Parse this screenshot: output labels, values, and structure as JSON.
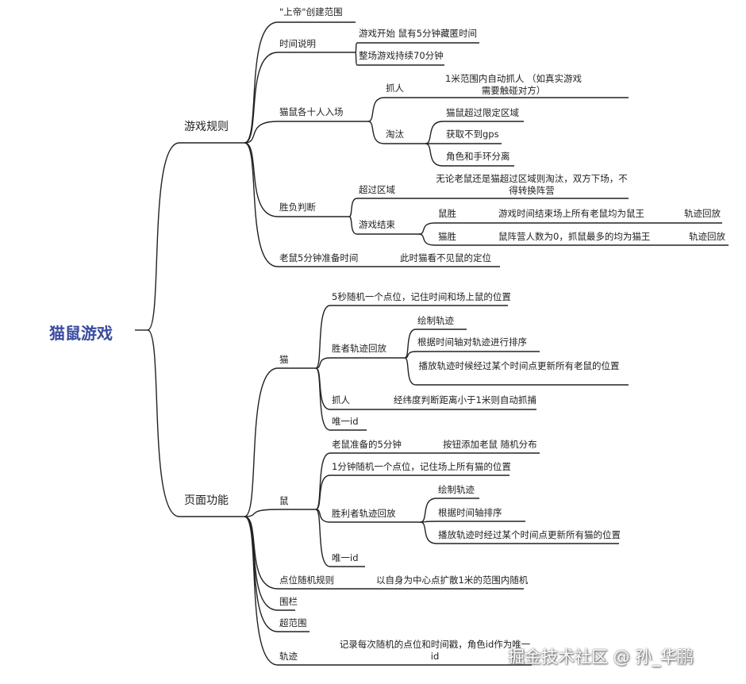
{
  "root": "猫鼠游戏",
  "rules": {
    "label": "游戏规则",
    "scope": "\"上帝\"创建范围",
    "time": {
      "label": "时间说明",
      "items": [
        "游戏开始 鼠有5分钟藏匿时间",
        "整场游戏持续70分钟"
      ]
    },
    "teams": {
      "label": "猫鼠各十人入场",
      "catch": {
        "label": "抓人",
        "desc": "1米范围内自动抓人 （如真实游戏需要触碰对方）"
      },
      "elim": {
        "label": "淘汰",
        "items": [
          "猫鼠超过限定区域",
          "获取不到gps",
          "角色和手环分离"
        ]
      }
    },
    "win": {
      "label": "胜负判断",
      "over": {
        "label": "超过区域",
        "desc": "无论老鼠还是猫超过区域则淘汰，双方下场，不得转换阵营"
      },
      "end": {
        "label": "游戏结束",
        "mouse": {
          "label": "鼠胜",
          "desc": "游戏时间结束场上所有老鼠均为鼠王",
          "extra": "轨迹回放"
        },
        "cat": {
          "label": "猫胜",
          "desc": "鼠阵营人数为0，抓鼠最多的均为猫王",
          "extra": "轨迹回放"
        }
      }
    },
    "prep": {
      "label": "老鼠5分钟准备时间",
      "desc": "此时猫看不见鼠的定位"
    }
  },
  "pages": {
    "label": "页面功能",
    "cat": {
      "label": "猫",
      "random": "5秒随机一个点位，记住时间和场上鼠的位置",
      "replay": {
        "label": "胜者轨迹回放",
        "items": [
          "绘制轨迹",
          "根据时间轴对轨迹进行排序",
          "播放轨迹时候经过某个时间点更新所有老鼠的位置"
        ]
      },
      "catch": {
        "label": "抓人",
        "desc": "经纬度判断距离小于1米则自动抓捕"
      },
      "id": "唯一id"
    },
    "mouse": {
      "label": "鼠",
      "prep": {
        "label": "老鼠准备的5分钟",
        "desc": "按钮添加老鼠 随机分布"
      },
      "random": "1分钟随机一个点位，记住场上所有猫的位置",
      "replay": {
        "label": "胜利者轨迹回放",
        "items": [
          "绘制轨迹",
          "根据时间轴排序",
          "播放轨迹时经过某个时间点更新所有猫的位置"
        ]
      },
      "id": "唯一id"
    },
    "rule": {
      "label": "点位随机规则",
      "desc": "以自身为中心点扩散1米的范围内随机"
    },
    "fence": "围栏",
    "outside": "超范围",
    "track": {
      "label": "轨迹",
      "desc": "记录每次随机的点位和时间戳，角色id作为唯一id"
    }
  },
  "watermark": "掘金技术社区 @ 孙_华鹏"
}
